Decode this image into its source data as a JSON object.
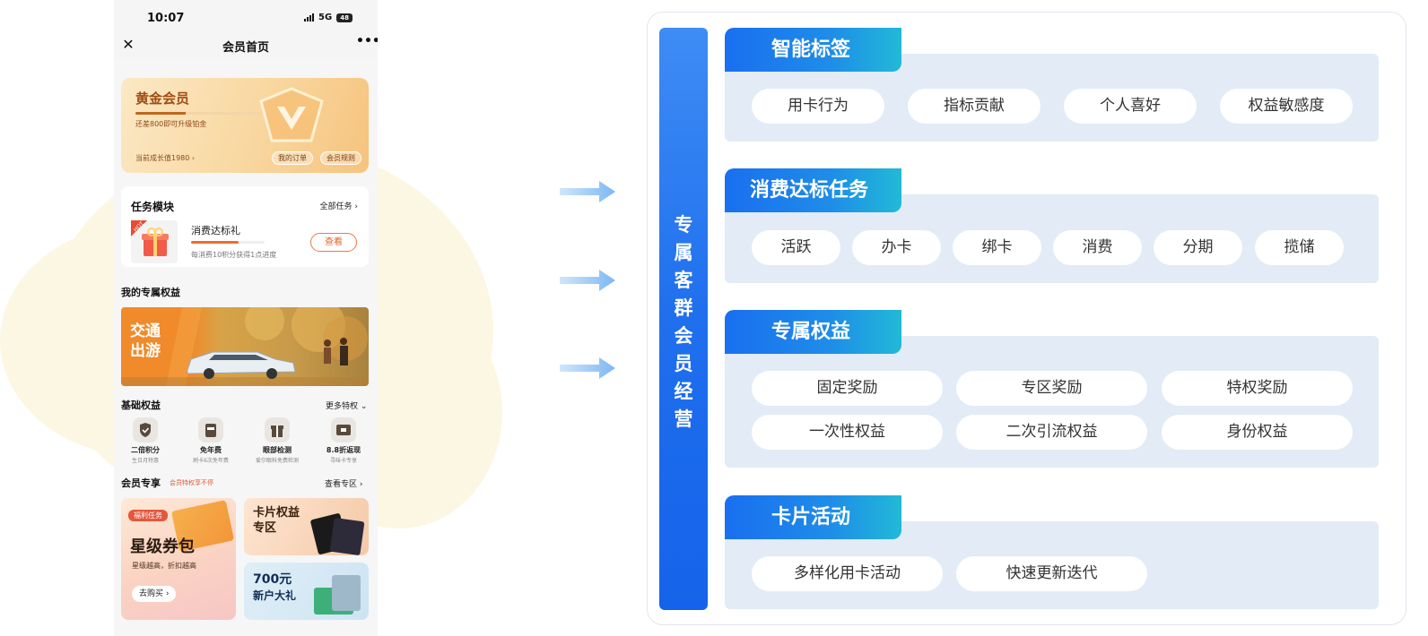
{
  "phone": {
    "status": {
      "time": "10:07",
      "network": "5G",
      "battery": "48"
    },
    "header": {
      "title": "会员首页"
    },
    "gold_card": {
      "title": "黄金会员",
      "subtitle": "还差800即可升级铂金",
      "growth": "当前成长值1980",
      "orders_btn": "我的订单",
      "rules_btn": "会员规则",
      "progress": 0.4
    },
    "task": {
      "title": "任务模块",
      "all": "全部任务",
      "badge": "HOT",
      "name": "消费达标礼",
      "desc": "每消费10积分获得1点进度",
      "view_btn": "查看",
      "progress": 0.65
    },
    "exclusive": {
      "title": "我的专属权益",
      "travel_label_1": "交通",
      "travel_label_2": "出游"
    },
    "basic": {
      "title": "基础权益",
      "more": "更多特权",
      "items": [
        {
          "name": "二倍积分",
          "sub": "生日月特惠"
        },
        {
          "name": "免年费",
          "sub": "刷卡6次免年费"
        },
        {
          "name": "眼部检测",
          "sub": "爱尔眼科免费检测"
        },
        {
          "name": "8.8折返现",
          "sub": "寻味卡专享"
        }
      ]
    },
    "member": {
      "title": "会员专享",
      "tag": "会员特权享不停",
      "view_zone": "查看专区",
      "coupon": {
        "tag": "福利任务",
        "title": "星级券包",
        "sub": "星级越高，折扣越高",
        "btn": "去购买"
      },
      "card_zone": {
        "line1": "卡片权益",
        "line2": "专区"
      },
      "newbie": {
        "amount": "700元",
        "label": "新户大礼"
      }
    }
  },
  "panel": {
    "vertical_title": "专\n属\n客\n群\n会\n员\n经\n营",
    "groups": [
      {
        "title": "智能标签",
        "items": [
          "用卡行为",
          "指标贡献",
          "个人喜好",
          "权益敏感度"
        ]
      },
      {
        "title": "消费达标任务",
        "items": [
          "活跃",
          "办卡",
          "绑卡",
          "消费",
          "分期",
          "揽储"
        ]
      },
      {
        "title": "专属权益",
        "items": [
          "固定奖励",
          "专区奖励",
          "特权奖励",
          "一次性权益",
          "二次引流权益",
          "身份权益"
        ]
      },
      {
        "title": "卡片活动",
        "items": [
          "多样化用卡活动",
          "快速更新迭代"
        ]
      }
    ]
  },
  "colors": {
    "accent_blue": "#1f6fee",
    "cyan": "#22b9d8",
    "group_bg": "#e2ebf6",
    "orange": "#ee6d2b",
    "gold_text": "#a04c12"
  }
}
